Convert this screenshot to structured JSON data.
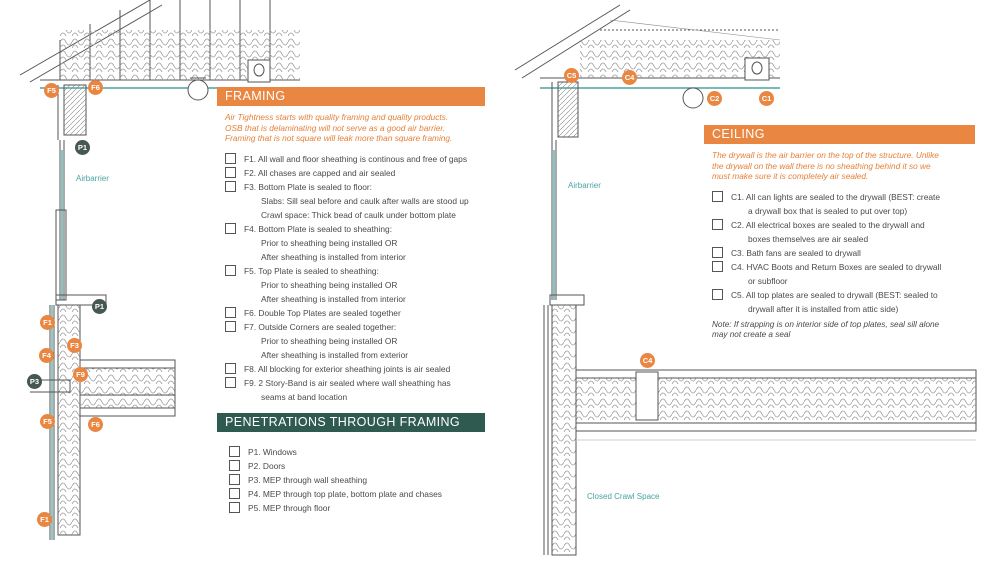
{
  "framing": {
    "title": "FRAMING",
    "intro": [
      "Air Tightness starts with quality framing and quality products.",
      "OSB that is delaminating will not serve as a good air barrier.",
      "Framing that is not square will leak more than square framing."
    ],
    "items": [
      {
        "text": "F1.  All wall and floor sheathing is continous and free of gaps",
        "sub": []
      },
      {
        "text": "F2.  All chases are capped and air sealed",
        "sub": []
      },
      {
        "text": "F3.  Bottom Plate is sealed to floor:",
        "sub": [
          "Slabs: Sill seal before and caulk after walls are stood up",
          "Crawl space: Thick bead of caulk under bottom plate"
        ]
      },
      {
        "text": "F4.  Bottom Plate is sealed to sheathing:",
        "sub": [
          "Prior to sheathing being installed OR",
          "After sheathing is installed from interior"
        ]
      },
      {
        "text": "F5.  Top Plate is sealed to sheathing:",
        "sub": [
          "Prior to sheathing being installed OR",
          "After sheathing is installed from interior"
        ]
      },
      {
        "text": "F6.  Double Top Plates are sealed together",
        "sub": []
      },
      {
        "text": "F7.  Outside Corners are sealed together:",
        "sub": [
          "Prior to sheathing being installed OR",
          "After sheathing is installed from exterior"
        ]
      },
      {
        "text": "F8.  All blocking for exterior sheathing joints is air sealed",
        "sub": []
      },
      {
        "text": "F9.  2 Story-Band is air sealed where wall sheathing has",
        "sub": [
          "seams at band location"
        ]
      }
    ]
  },
  "penetrations": {
    "title": "PENETRATIONS THROUGH FRAMING",
    "items": [
      {
        "text": "P1.  Windows"
      },
      {
        "text": "P2.  Doors"
      },
      {
        "text": "P3.  MEP through wall sheathing"
      },
      {
        "text": "P4.  MEP through top plate, bottom plate and chases"
      },
      {
        "text": "P5.  MEP through floor"
      }
    ]
  },
  "ceiling": {
    "title": "CEILING",
    "intro": [
      "The drywall is the air barrier on the top of the structure. Unlike",
      "the drywall on the wall there is no sheathing behind it so we",
      "must make sure it is completely air sealed."
    ],
    "items": [
      {
        "text": "C1.  All can lights are sealed to the drywall (BEST: create",
        "sub": [
          "a drywall box that is sealed to put over top)"
        ]
      },
      {
        "text": "C2.  All electrical boxes are sealed to the drywall and",
        "sub": [
          "boxes themselves are air sealed"
        ]
      },
      {
        "text": "C3.  Bath fans are sealed to drywall",
        "sub": []
      },
      {
        "text": "C4.  HVAC Boots and Return Boxes are sealed to drywall",
        "sub": [
          "or subfloor"
        ]
      },
      {
        "text": "C5.  All top plates are sealed to drywall (BEST: sealed to",
        "sub": [
          "drywall after it is installed from attic side)"
        ]
      }
    ],
    "note": [
      "Note: If strapping is on interior side of top plates, seal sill alone",
      "may not create a seal"
    ]
  },
  "labels": {
    "airbarrier_left": "Airbarrier",
    "airbarrier_right": "Airbarrier",
    "crawl_space": "Closed Crawl Space"
  },
  "callouts": {
    "F5a": "F5",
    "F6a": "F6",
    "P1a": "P1",
    "P1b": "P1",
    "F1a": "F1",
    "F3a": "F3",
    "F4a": "F4",
    "P3a": "P3",
    "F9a": "F9",
    "F5b": "F5",
    "F6b": "F6",
    "F1b": "F1",
    "C5a": "C5",
    "C4a": "C4",
    "C2a": "C2",
    "C1a": "C1",
    "C4b": "C4"
  },
  "colors": {
    "accent_orange": "#e98742",
    "accent_green": "#2f5a50",
    "airbarrier_teal": "#4aa3a0"
  }
}
